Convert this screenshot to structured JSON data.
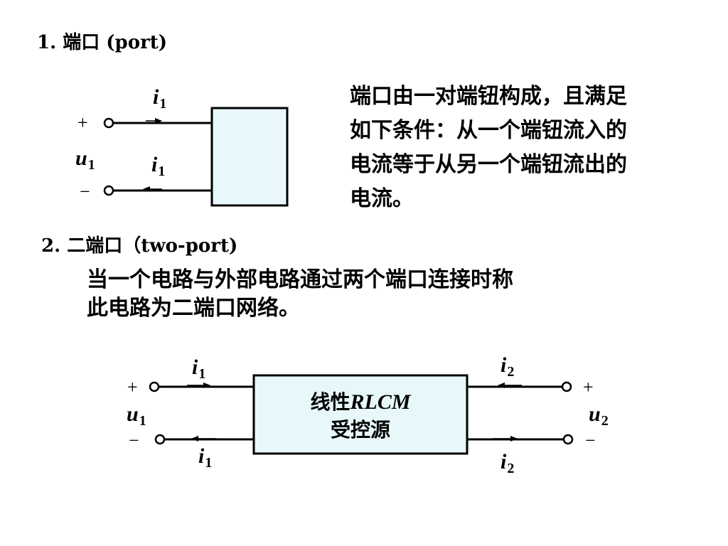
{
  "section1": {
    "title": "1.  端口 (port)",
    "description_lines": [
      "端口由一对端钮构成，且满足",
      "如下条件：从一个端钮流入的",
      "电流等于从另一个端钮流出的",
      "电流。"
    ],
    "diagram": {
      "plus": "+",
      "minus": "−",
      "voltage": "u",
      "voltage_sub": "1",
      "current_top": "i",
      "current_top_sub": "1",
      "current_bottom": "i",
      "current_bottom_sub": "1"
    }
  },
  "section2": {
    "title": "2.  二端口（two-port)",
    "description_lines": [
      "当一个电路与外部电路通过两个端口连接时称",
      "此电路为二端口网络。"
    ],
    "diagram": {
      "box_label_prefix": "线性",
      "box_label_italic": "RLCM",
      "box_label_line2": "受控源",
      "left_plus": "+",
      "left_minus": "−",
      "right_plus": "+",
      "right_minus": "−",
      "u1": "u",
      "u1_sub": "1",
      "u2": "u",
      "u2_sub": "2",
      "i1_top": "i",
      "i1_top_sub": "1",
      "i1_bottom": "i",
      "i1_bottom_sub": "1",
      "i2_top": "i",
      "i2_top_sub": "2",
      "i2_bottom": "i",
      "i2_bottom_sub": "2"
    }
  },
  "colors": {
    "box_fill": "#e8f8fa",
    "line": "#000000",
    "background": "#ffffff"
  }
}
